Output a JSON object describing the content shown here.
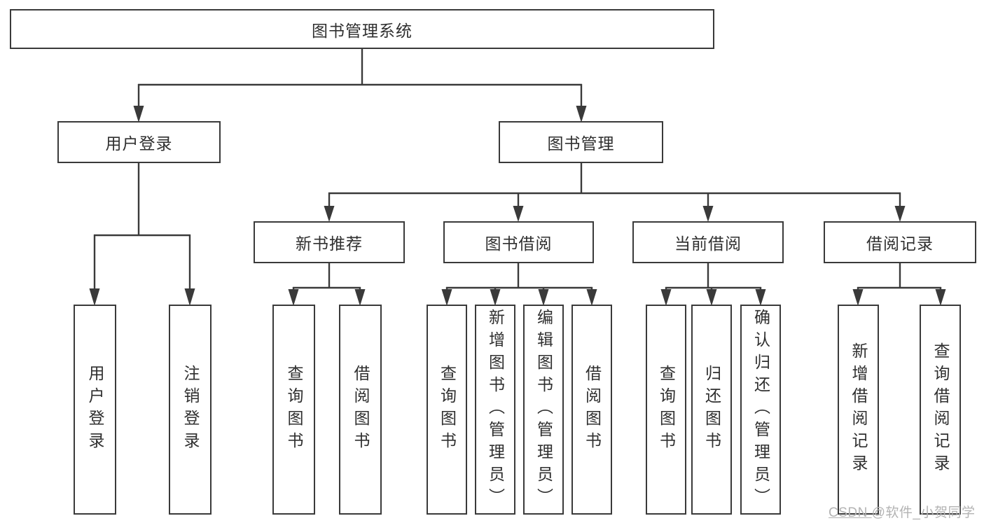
{
  "diagram": {
    "root_label": "图书管理系统",
    "level2": {
      "user_login": "用户登录",
      "book_mgmt": "图书管理"
    },
    "level3": {
      "new_books": "新书推荐",
      "book_borrow": "图书借阅",
      "current_borrow": "当前借阅",
      "borrow_records": "借阅记录"
    },
    "leaves": {
      "user_login": {
        "login": "用户登录",
        "logout": "注销登录"
      },
      "new_books": {
        "query": "查询图书",
        "borrow": "借阅图书"
      },
      "book_borrow": {
        "query": "查询图书",
        "add": "新增图书（管理员）",
        "edit": "编辑图书（管理员）",
        "borrow": "借阅图书"
      },
      "current_borrow": {
        "query": "查询图书",
        "return": "归还图书",
        "confirm": "确认归还（管理员）"
      },
      "borrow_records": {
        "add": "新增借阅记录",
        "query": "查询借阅记录"
      }
    }
  },
  "watermark": {
    "prefix": "CSDN ",
    "handle": "@软件_小贺同学"
  },
  "colors": {
    "line": "#3a3a3a",
    "text": "#2f2f2f",
    "box_background": "#ffffff",
    "watermark": "#b3b3b3",
    "background": "#ffffff"
  }
}
